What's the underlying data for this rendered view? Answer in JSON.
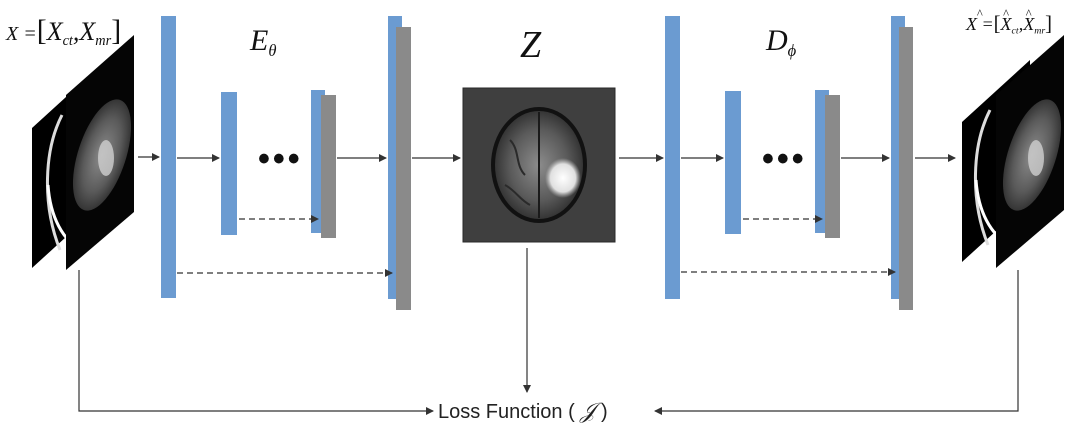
{
  "labels": {
    "input_prefix": "X =",
    "input_x1": "X",
    "input_x1_sub": "ct",
    "input_x2": "X",
    "input_x2_sub": "mr",
    "encoder": "E",
    "encoder_sub": "θ",
    "latent": "Z",
    "decoder": "D",
    "decoder_sub": "ϕ",
    "output_prefix": "X =",
    "output_x1": "X",
    "output_x1_sub": "ct",
    "output_x2": "X",
    "output_x2_sub": "mr",
    "ellipsis": "•••",
    "loss_text": "Loss Function (",
    "loss_symbol": "𝒥",
    "loss_close": ")"
  },
  "colors": {
    "layer_blue": "#6b9bd1",
    "layer_gray": "#8a8a8a",
    "arrow": "#333333",
    "image_bg": "#000000"
  }
}
